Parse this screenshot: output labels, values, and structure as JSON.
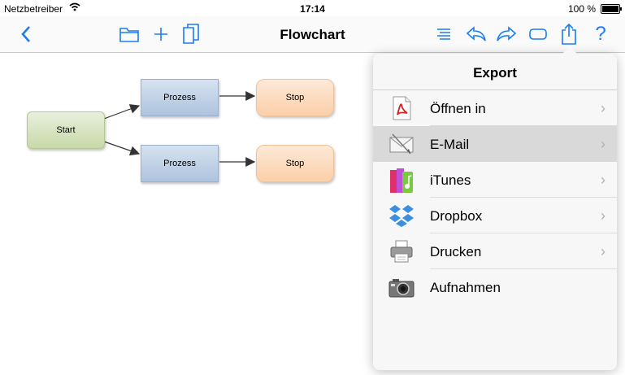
{
  "statusbar": {
    "carrier": "Netzbetreiber",
    "time": "17:14",
    "battery": "100 %",
    "battery_level": 1.0
  },
  "navbar": {
    "title": "Flowchart",
    "left_icons": [
      "back-chevron-icon",
      "folder-icon",
      "plus-icon",
      "duplicate-icon"
    ],
    "right_icons": [
      "list-icon",
      "undo-icon",
      "redo-icon",
      "rounded-rect-icon",
      "share-icon",
      "help-icon"
    ],
    "help_label": "?",
    "accent": "#1a7cf5"
  },
  "flowchart": {
    "start": "Start",
    "process_top": "Prozess",
    "process_bottom": "Prozess",
    "stop_top": "Stop",
    "stop_bottom": "Stop",
    "colors": {
      "start": "#c8d9a8",
      "process": "#aec3de",
      "stop": "#fbcfa8"
    }
  },
  "export_popover": {
    "title": "Export",
    "items": [
      {
        "label": "Öffnen in",
        "icon": "pdf-icon",
        "chevron": "›"
      },
      {
        "label": "E-Mail",
        "icon": "mail-icon",
        "chevron": "›",
        "selected": true
      },
      {
        "label": "iTunes",
        "icon": "itunes-icon",
        "chevron": "›"
      },
      {
        "label": "Dropbox",
        "icon": "dropbox-icon",
        "chevron": "›"
      },
      {
        "label": "Drucken",
        "icon": "printer-icon",
        "chevron": "›"
      },
      {
        "label": "Aufnahmen",
        "icon": "camera-icon"
      }
    ]
  }
}
